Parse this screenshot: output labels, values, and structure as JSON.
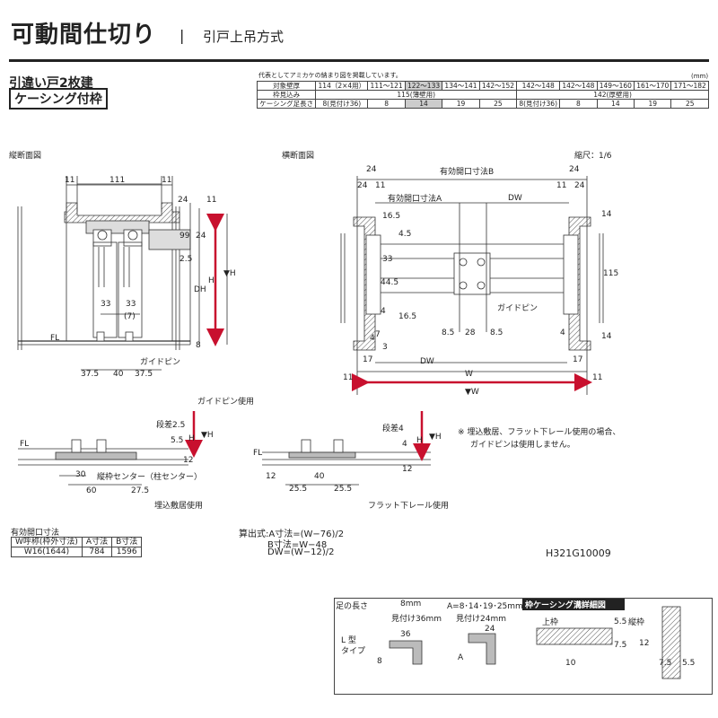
{
  "header": {
    "title": "可動間仕切り",
    "separator": "|",
    "subtitle": "引戸上吊方式",
    "type_label": "引違い戸2枚建",
    "casing_label": "ケーシング付枠",
    "table_note": "代表としてアミカケの納まり図を掲載しています。",
    "unit": "(mm)"
  },
  "spec_table": {
    "row_labels": [
      "対象壁厚",
      "枠見込み",
      "ケーシング足長さ"
    ],
    "wall": [
      "114（2×4用）",
      "111～121",
      "122～133",
      "134～141",
      "142～152",
      "142～148",
      "142～148",
      "149～160",
      "161～170",
      "171～182"
    ],
    "frame_depth": [
      "115(薄壁用)",
      "142(厚壁用)"
    ],
    "leg": [
      "8(見付け36)",
      "8",
      "14",
      "19",
      "25",
      "8(見付け36)",
      "8",
      "14",
      "19",
      "25"
    ]
  },
  "sections": {
    "vertical": "縦断面図",
    "horizontal": "横断面図",
    "scale": "縮尺：1/6"
  },
  "vdims": {
    "d11a": "11",
    "d11b": "11",
    "d111": "111",
    "d24": "24",
    "d11c": "11",
    "d99": "99",
    "d24b": "24",
    "d2_5": "2.5",
    "dDH": "DH",
    "dH": "H",
    "dHarrow": "▼H",
    "d33a": "33",
    "d33b": "33",
    "d7": "(7)",
    "d8": "8",
    "fl": "FL",
    "d37_5a": "37.5",
    "d40": "40",
    "d37_5b": "37.5",
    "guide_pin": "ガイドピン"
  },
  "hdims": {
    "d24a": "24",
    "d24b": "24",
    "d24c": "24",
    "d24d": "24",
    "d11a": "11",
    "d11b": "11",
    "open_b": "有効開口寸法B",
    "open_a": "有効開口寸法A",
    "dw": "DW",
    "d16_5a": "16.5",
    "d4_5": "4.5",
    "d33": "33",
    "d44_5": "44.5",
    "d16_5b": "16.5",
    "d4a": "4",
    "d4b": "4",
    "d4c": "4",
    "d7": "7",
    "d3": "3",
    "d17": "17",
    "d17b": "17",
    "d8_5a": "8.5",
    "d28": "28",
    "d8_5b": "8.5",
    "d14a": "14",
    "d14b": "14",
    "d115": "115",
    "dw2": "DW",
    "w": "W",
    "w_arrow": "▼W",
    "d11c": "11",
    "d11d": "11",
    "guide_pin": "ガイドピン"
  },
  "details": {
    "guide_pin_use": "ガイドピン使用",
    "fl1": "FL",
    "step1": "段差2.5",
    "d5_5": "5.5",
    "h1": "H",
    "ha1": "▼H",
    "d30": "30",
    "center": "縦枠センター（柱センター）",
    "d60": "60",
    "d27_5": "27.5",
    "d12a": "12",
    "embedded": "埋込敷居使用",
    "fl2": "FL",
    "step2": "段差4",
    "d4": "4",
    "h2": "H",
    "ha2": "▼H",
    "d12b": "12",
    "d25_5a": "25.5",
    "d40": "40",
    "d25_5b": "25.5",
    "d12c": "12",
    "flat_rail": "フラット下レール使用",
    "note1": "※ 埋込敷居、フラット下レール使用の場合、",
    "note2": "ガイドピンは使用しません。"
  },
  "effective": {
    "caption": "有効開口寸法",
    "headers": [
      "W呼称(枠外寸法)",
      "A寸法",
      "B寸法"
    ],
    "row": [
      "W16(1644)",
      "784",
      "1596"
    ]
  },
  "formula": {
    "l1": "算出式:A寸法=(W−76)/2",
    "l2": "B寸法=W−48",
    "l3": "DW=(W−12)/2"
  },
  "code": "H321G10009",
  "foot_table": {
    "leg_label": "足の長さ",
    "leg_8": "8mm",
    "leg_a": "A=8･14･19･25mm",
    "vis36": "見付け36mm",
    "vis24": "見付け24mm",
    "type": "L 型",
    "type2": "タイプ",
    "d36": "36",
    "d8": "8",
    "d24": "24",
    "dA": "A",
    "detail_title": "枠ケーシング溝詳細図",
    "upper": "上枠",
    "vertical": "縦枠",
    "d5_5": "5.5",
    "d7_5": "7.5",
    "d10": "10",
    "d12": "12",
    "d7_5b": "7.5",
    "d5_5b": "5.5"
  }
}
